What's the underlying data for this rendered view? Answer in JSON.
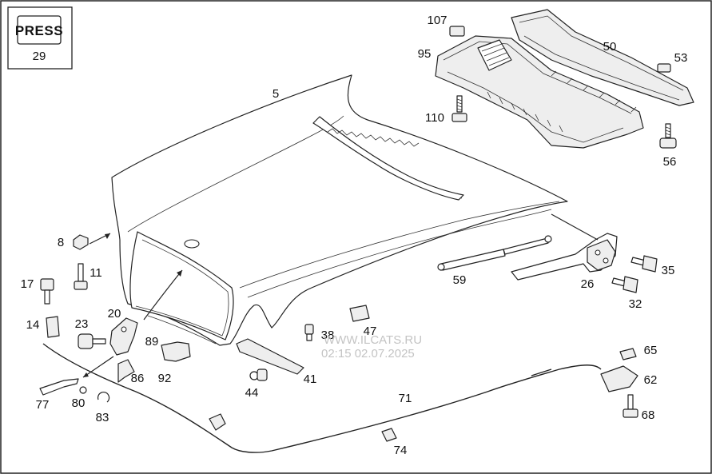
{
  "press_box": {
    "title": "PRESS",
    "number": "29"
  },
  "watermark": {
    "site": "WWW.ILCATS.RU",
    "timestamp": "02:15 02.07.2025"
  },
  "callouts": {
    "p5": "5",
    "p8": "8",
    "p11": "11",
    "p14": "14",
    "p17": "17",
    "p20": "20",
    "p23": "23",
    "p26": "26",
    "p32": "32",
    "p35": "35",
    "p38": "38",
    "p41": "41",
    "p44": "44",
    "p47": "47",
    "p50": "50",
    "p53": "53",
    "p56": "56",
    "p59": "59",
    "p62": "62",
    "p65": "65",
    "p68": "68",
    "p71": "71",
    "p74": "74",
    "p77": "77",
    "p80": "80",
    "p83": "83",
    "p86": "86",
    "p89": "89",
    "p92": "92",
    "p95": "95",
    "p107": "107",
    "p110": "110"
  }
}
